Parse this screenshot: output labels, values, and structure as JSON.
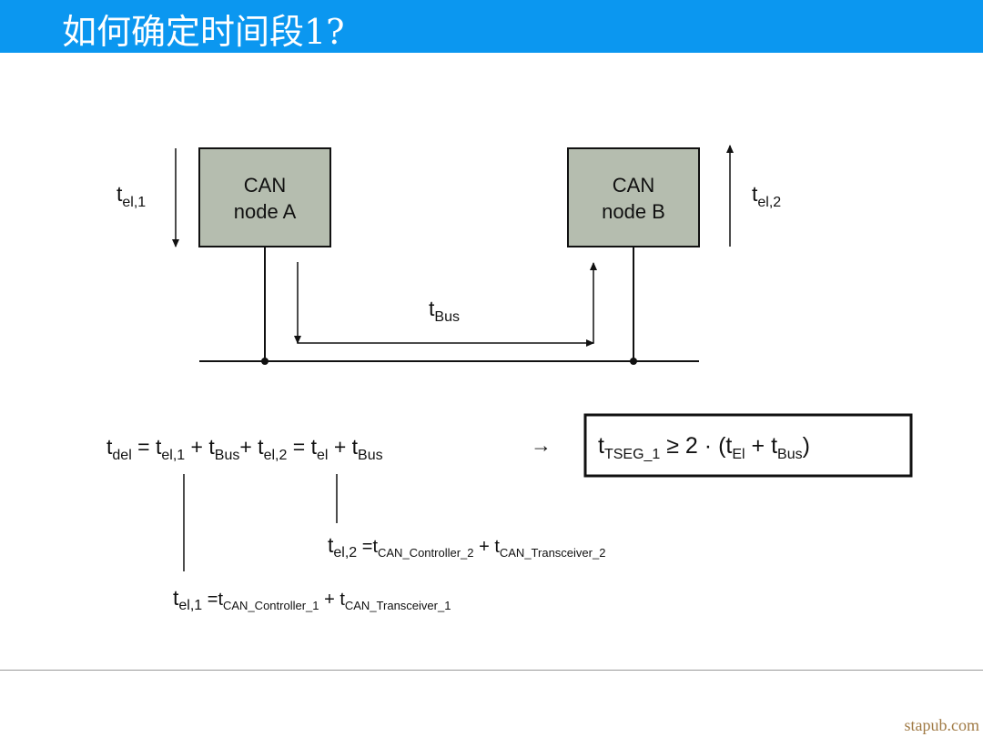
{
  "header": {
    "title": "如何确定时间段1?"
  },
  "nodes": {
    "a": {
      "line1": "CAN",
      "line2": "node A"
    },
    "b": {
      "line1": "CAN",
      "line2": "node B"
    }
  },
  "labels": {
    "t": "t",
    "el1": "el,1",
    "el2": "el,2",
    "bus": "Bus"
  },
  "equation": {
    "del": "del",
    "eq": "=",
    "plus": "+",
    "el": "el",
    "arrow": "→",
    "tseg": "TSEG_1",
    "geq2": "≥ 2 ·",
    "lp": "(",
    "rp": ")",
    "El": "El"
  },
  "detail": {
    "ctrl2": "CAN_Controller_2",
    "trans2": "CAN_Transceiver_2",
    "ctrl1": "CAN_Controller_1",
    "trans1": "CAN_Transceiver_1"
  },
  "watermark": "stapub.com",
  "colors": {
    "header": "#0b97f0",
    "node": "#b5bdaf"
  }
}
